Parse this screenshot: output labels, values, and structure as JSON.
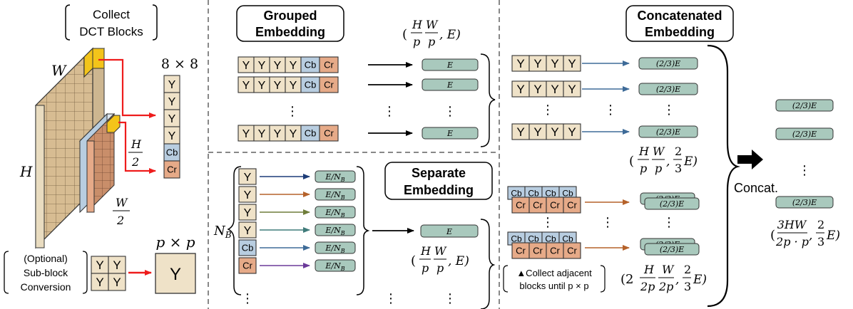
{
  "left_panel": {
    "collect_title_line1": "Collect",
    "collect_title_line2": "DCT Blocks",
    "w_label": "W",
    "h_label": "H",
    "block_size": "8 × 8",
    "half_h_num": "H",
    "half_h_den": "2",
    "half_w_num": "W",
    "half_w_den": "2",
    "channel_blocks": [
      "Y",
      "Y",
      "Y",
      "Y",
      "Cb",
      "Cr"
    ],
    "optional_line1": "(Optional)",
    "optional_line2": "Sub-block",
    "optional_line3": "Conversion",
    "sub_blocks": [
      "Y",
      "Y",
      "Y",
      "Y"
    ],
    "patch_size": "p × p",
    "patch_label": "Y"
  },
  "grouped": {
    "title_line1": "Grouped",
    "title_line2": "Embedding",
    "row_cells": [
      "Y",
      "Y",
      "Y",
      "Y",
      "Cb",
      "Cr"
    ],
    "embed_label": "E",
    "dots": "⋮",
    "shape_num1": "H",
    "shape_den1": "p",
    "shape_num2": "W",
    "shape_den2": "p",
    "shape_tail": ", E)"
  },
  "separate": {
    "title_line1": "Separate",
    "title_line2": "Embedding",
    "channels": [
      "Y",
      "Y",
      "Y",
      "Y",
      "Cb",
      "Cr"
    ],
    "embed_label": "E/N",
    "embed_sub": "B",
    "nb_label": "N",
    "nb_sub": "B",
    "out_label": "E",
    "dots": "⋮",
    "shape_tail": ", E)"
  },
  "concatenated": {
    "title_line1": "Concatenated",
    "title_line2": "Embedding",
    "y_cells": [
      "Y",
      "Y",
      "Y",
      "Y"
    ],
    "cb_cells": [
      "Cb",
      "Cb",
      "Cb",
      "Cb"
    ],
    "cr_cells": [
      "Cr",
      "Cr",
      "Cr",
      "Cr"
    ],
    "embed_label": "(2/3)E",
    "dots": "⋮",
    "collect_note_line1": "▲Collect adjacent",
    "collect_note_line2": "blocks until p × p",
    "shape1_frac": "2",
    "shape1_frac_den": "3",
    "shape1_tail": "E)",
    "shape2_lead": "(2",
    "shape2_den": "2p"
  },
  "concat": {
    "label": "Concat.",
    "embed_label": "(2/3)E",
    "dots": "⋮",
    "shape_num": "3HW",
    "shape_den": "2p · p",
    "shape_frac": "2",
    "shape_frac_den": "3",
    "shape_tail": "E)"
  },
  "colors": {
    "y_fill": "#efe2c8",
    "cb_fill": "#b8cde0",
    "cr_fill": "#e6aa88",
    "embed_fill": "#a9c9bd",
    "arrow_red": "#ee1c1c",
    "arrow_blue": "#3e6b98",
    "arrow_orange": "#b5622a",
    "grid_brown": "#c7a87e",
    "highlight_yellow": "#f3c41a"
  }
}
